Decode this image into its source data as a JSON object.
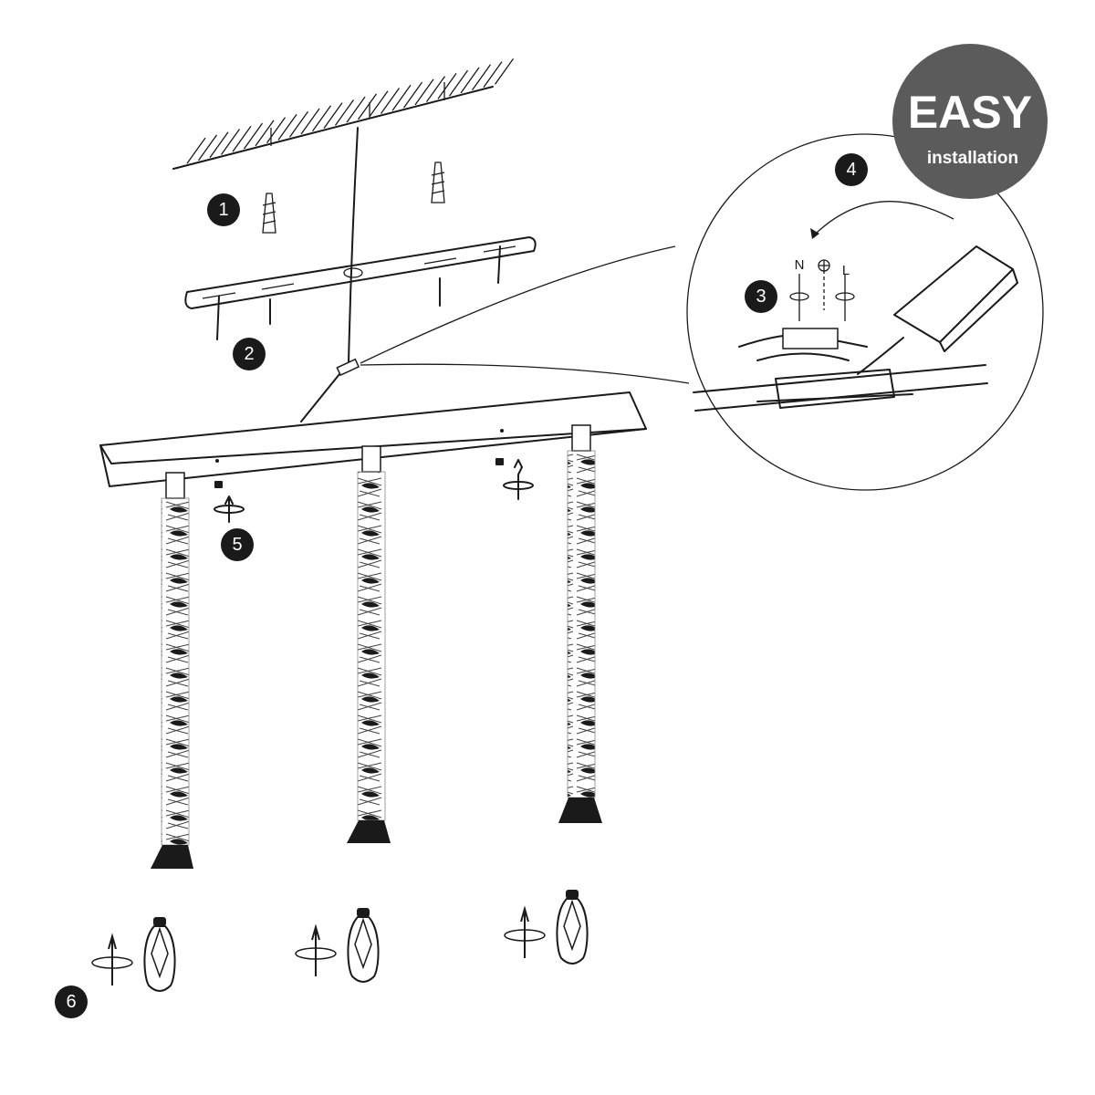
{
  "badge": {
    "title": "EASY",
    "subtitle": "installation",
    "color": "#5b5b5b"
  },
  "steps": [
    "1",
    "2",
    "3",
    "4",
    "5",
    "6"
  ],
  "wiring": {
    "neutral": "N",
    "live": "L",
    "earth_icon": "ground-symbol"
  },
  "colors": {
    "line": "#1a1a1a",
    "step_fill": "#1a1a1a"
  }
}
